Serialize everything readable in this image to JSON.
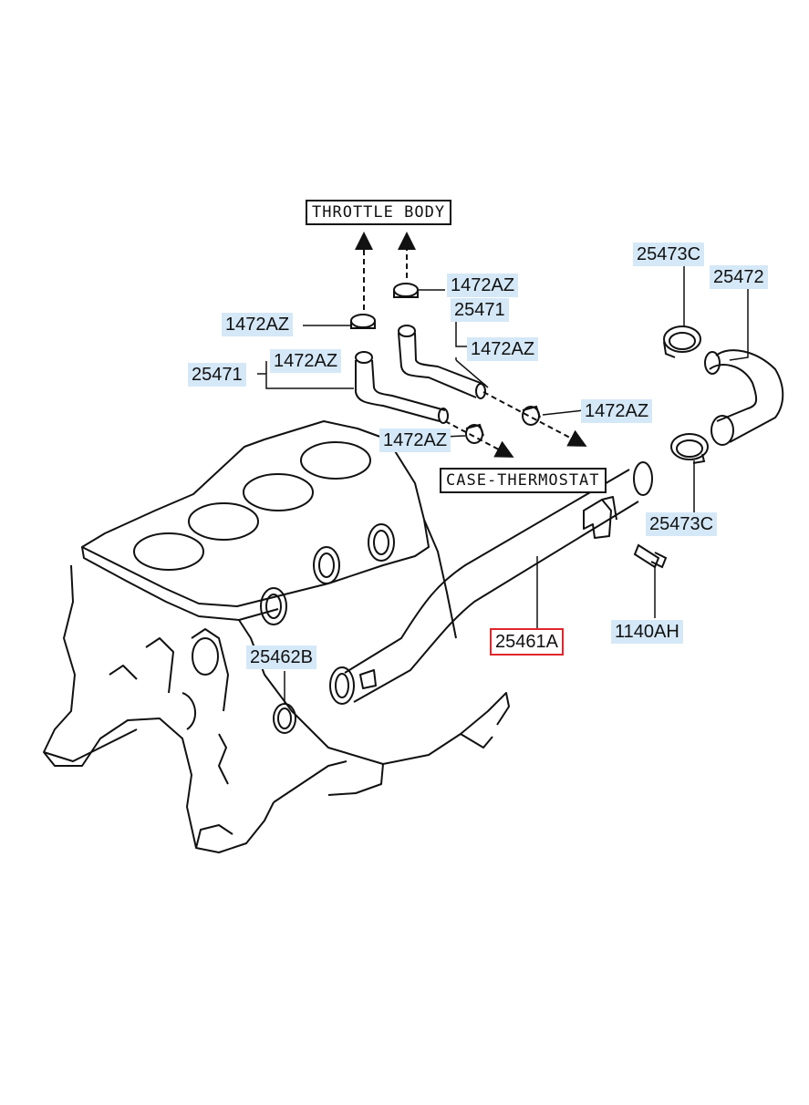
{
  "callouts": {
    "throttle_body": "THROTTLE BODY",
    "case_thermostat": "CASE-THERMOSTAT"
  },
  "parts": {
    "p25473c_top": "25473C",
    "p25472": "25472",
    "p1472az_a": "1472AZ",
    "p25471_a": "25471",
    "p1472az_b": "1472AZ",
    "p1472az_c": "1472AZ",
    "p25471_b": "25471",
    "p1472az_d": "1472AZ",
    "p1472az_e": "1472AZ",
    "p1472az_f": "1472AZ",
    "p25473c_bottom": "25473C",
    "p1140ah": "1140AH",
    "p25461a": "25461A",
    "p25462b": "25462B"
  },
  "colors": {
    "label_background": "#d5e8f7",
    "highlight_border": "#e0262c",
    "line": "#111111"
  }
}
